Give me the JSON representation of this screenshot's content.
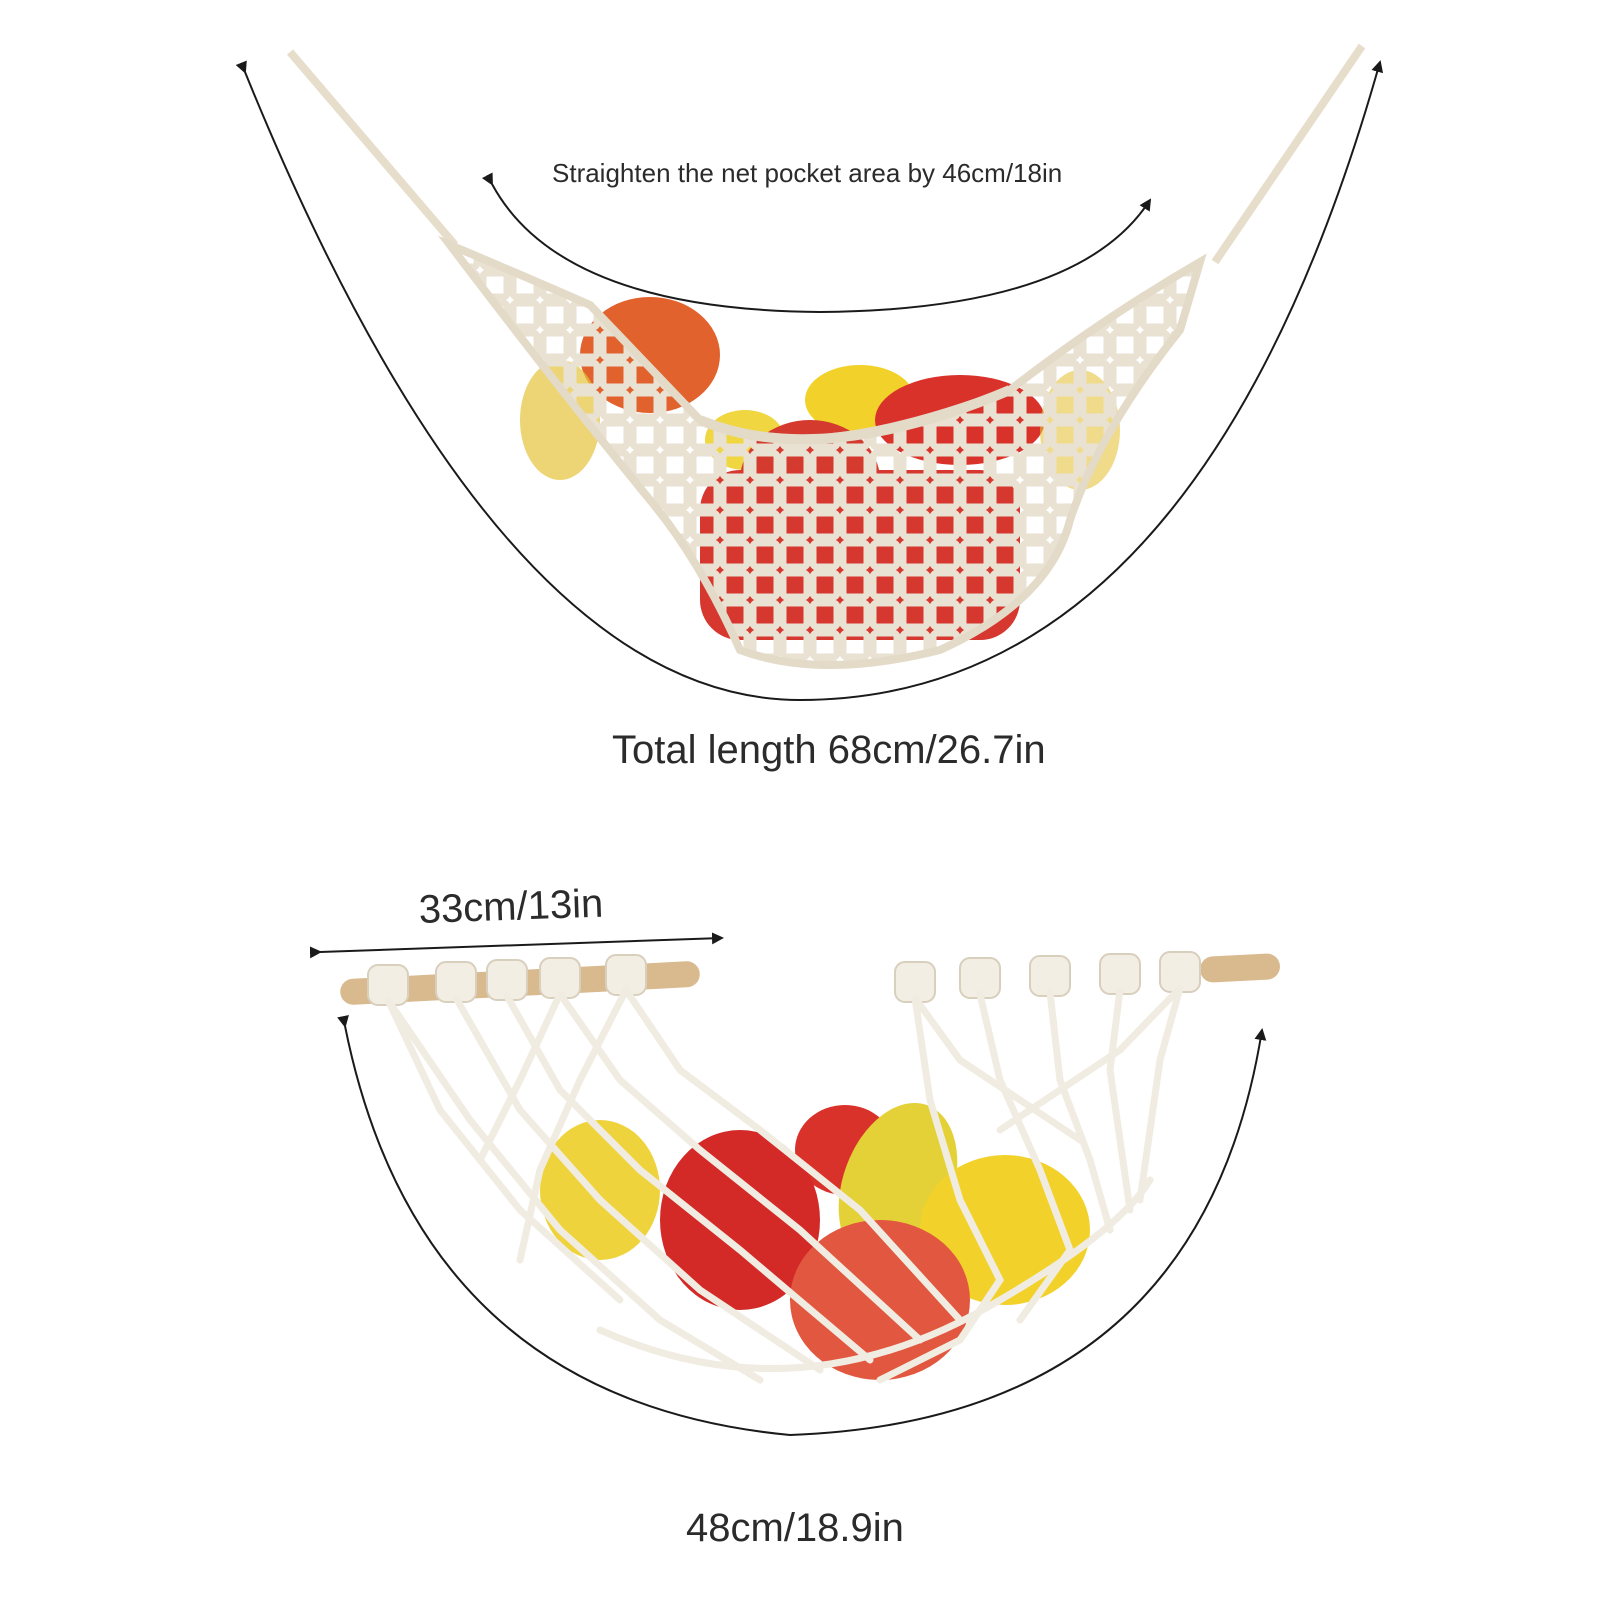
{
  "labels": {
    "pocket_area": "Straighten the net pocket area by 46cm/18in",
    "total_length": "Total length 68cm/26.7in",
    "width": "33cm/13in",
    "bottom_length": "48cm/18.9in"
  },
  "colors": {
    "background": "#ffffff",
    "text": "#2b2b2b",
    "arrow": "#1a1a1a",
    "rope": "#e9e2d3",
    "rope_shadow": "#cfc6b3",
    "dowel": "#d9b98e",
    "apple_red": "#d9322b",
    "orange": "#e2622e",
    "lemon": "#f2d22a",
    "mango": "#e8d338"
  },
  "icons": [
    "fruit-hammock-crochet-illustration",
    "fruit-hammock-macrame-illustration"
  ]
}
